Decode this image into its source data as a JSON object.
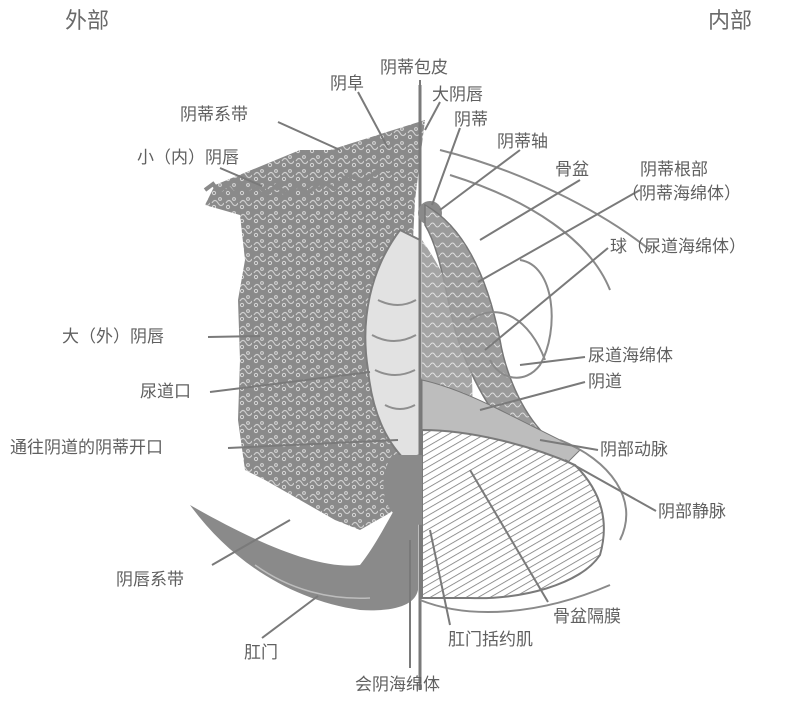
{
  "headings": {
    "outer": "外部",
    "inner": "内部"
  },
  "labels": {
    "mons": "阴阜",
    "prepuce": "阴蒂包皮",
    "labia_majora_top": "大阴唇",
    "clitoris": "阴蒂",
    "frenulum_clitoris": "阴蒂系带",
    "body_clitoris": "阴蒂轴",
    "labia_minora": "小（内）阴唇",
    "pelvis": "骨盆",
    "crus_line1": "阴蒂根部",
    "crus_line2": "（阴蒂海绵体）",
    "bulb": "球（尿道海绵体）",
    "labia_majora": "大（外）阴唇",
    "urethral_sponge": "尿道海绵体",
    "urethral_opening": "尿道口",
    "vagina": "阴道",
    "vaginal_opening": "通往阴道的阴蒂开口",
    "pudendal_artery": "阴部动脉",
    "pudendal_vein": "阴部静脉",
    "fourchette": "阴唇系带",
    "pelvic_diaphragm": "骨盆隔膜",
    "anus": "肛门",
    "anal_sphincter": "肛门括约肌",
    "perineal_sponge": "会阴海绵体"
  }
}
